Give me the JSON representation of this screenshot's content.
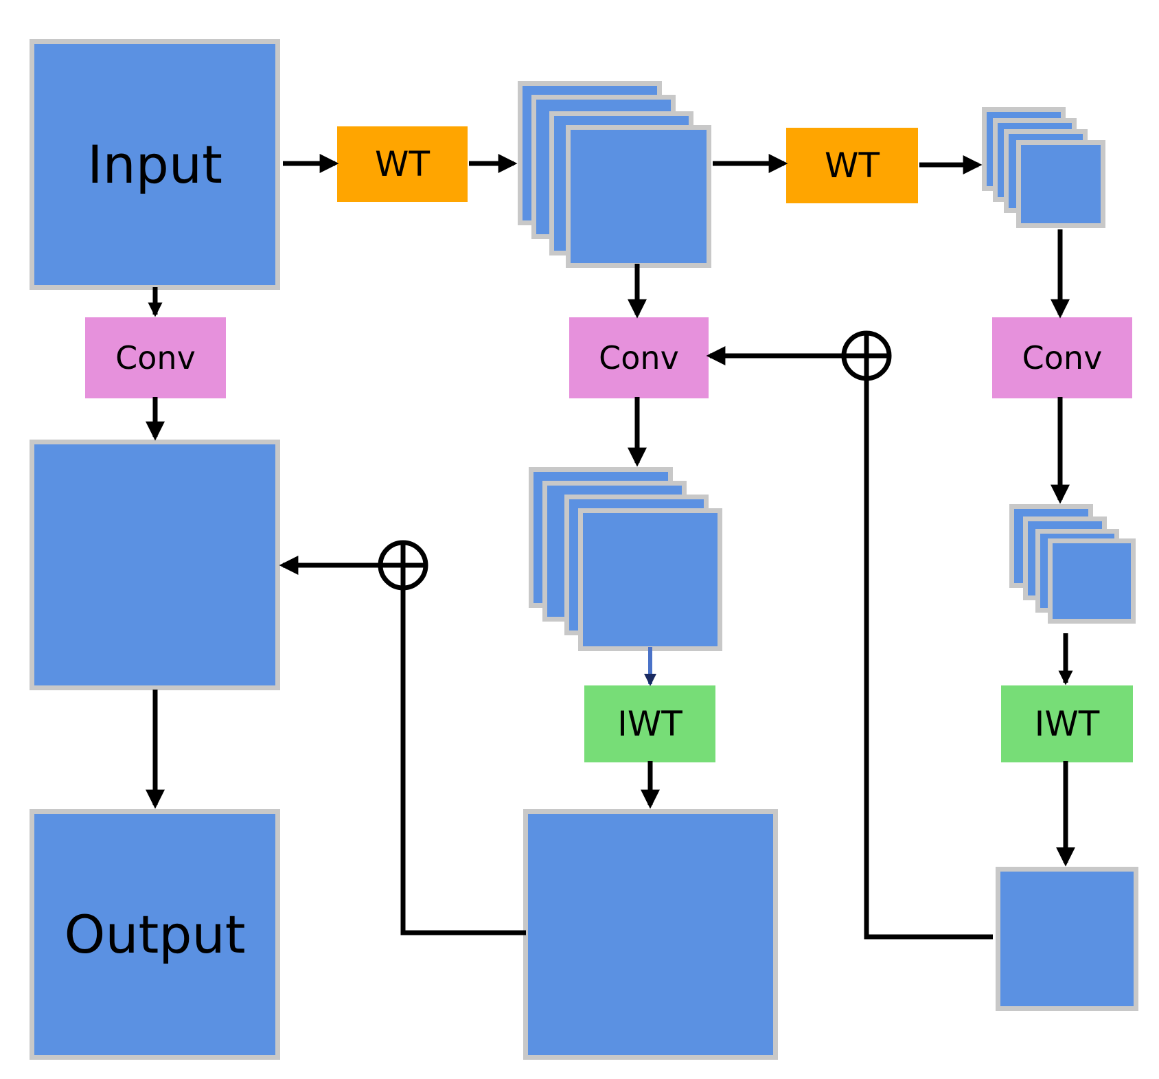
{
  "labels": {
    "input": "Input",
    "output": "Output",
    "wt": "WT",
    "iwt": "IWT",
    "conv": "Conv"
  },
  "colors": {
    "feature_map": "#5b91e2",
    "feature_border": "#c8c8c8",
    "wt": "#ffa500",
    "iwt": "#77dd77",
    "conv": "#e691dc",
    "wire": "#000000"
  }
}
